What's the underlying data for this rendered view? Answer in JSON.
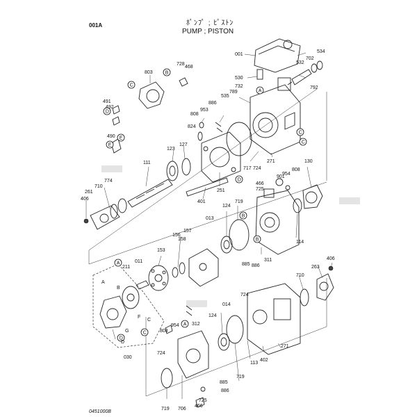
{
  "header": {
    "page_code": "001A",
    "title_jp": "ﾎﾟﾝﾌﾟ ; ﾋﾟｽﾄﾝ",
    "title_en": "PUMP ; PISTON"
  },
  "footer": {
    "drawing_no": "0451000B"
  },
  "labels": [
    "001",
    "534",
    "702",
    "532",
    "792",
    "530",
    "732",
    "789",
    "535",
    "886",
    "953",
    "808",
    "824",
    "123",
    "127",
    "251",
    "717",
    "724",
    "271",
    "111",
    "401",
    "774",
    "710",
    "261",
    "406",
    "803",
    "728",
    "468",
    "491",
    "492",
    "490",
    "901",
    "954",
    "808",
    "466",
    "725",
    "130",
    "114",
    "719",
    "124",
    "013",
    "157",
    "156",
    "158",
    "153",
    "011",
    "211",
    "885",
    "886",
    "311",
    "263",
    "406",
    "710",
    "724",
    "014",
    "954",
    "312",
    "124",
    "719",
    "113",
    "402",
    "271",
    "885",
    "886",
    "719",
    "706",
    "725",
    "466",
    "808",
    "724",
    "030"
  ],
  "callouts": [
    "A",
    "B",
    "C",
    "D",
    "E",
    "F",
    "G"
  ]
}
